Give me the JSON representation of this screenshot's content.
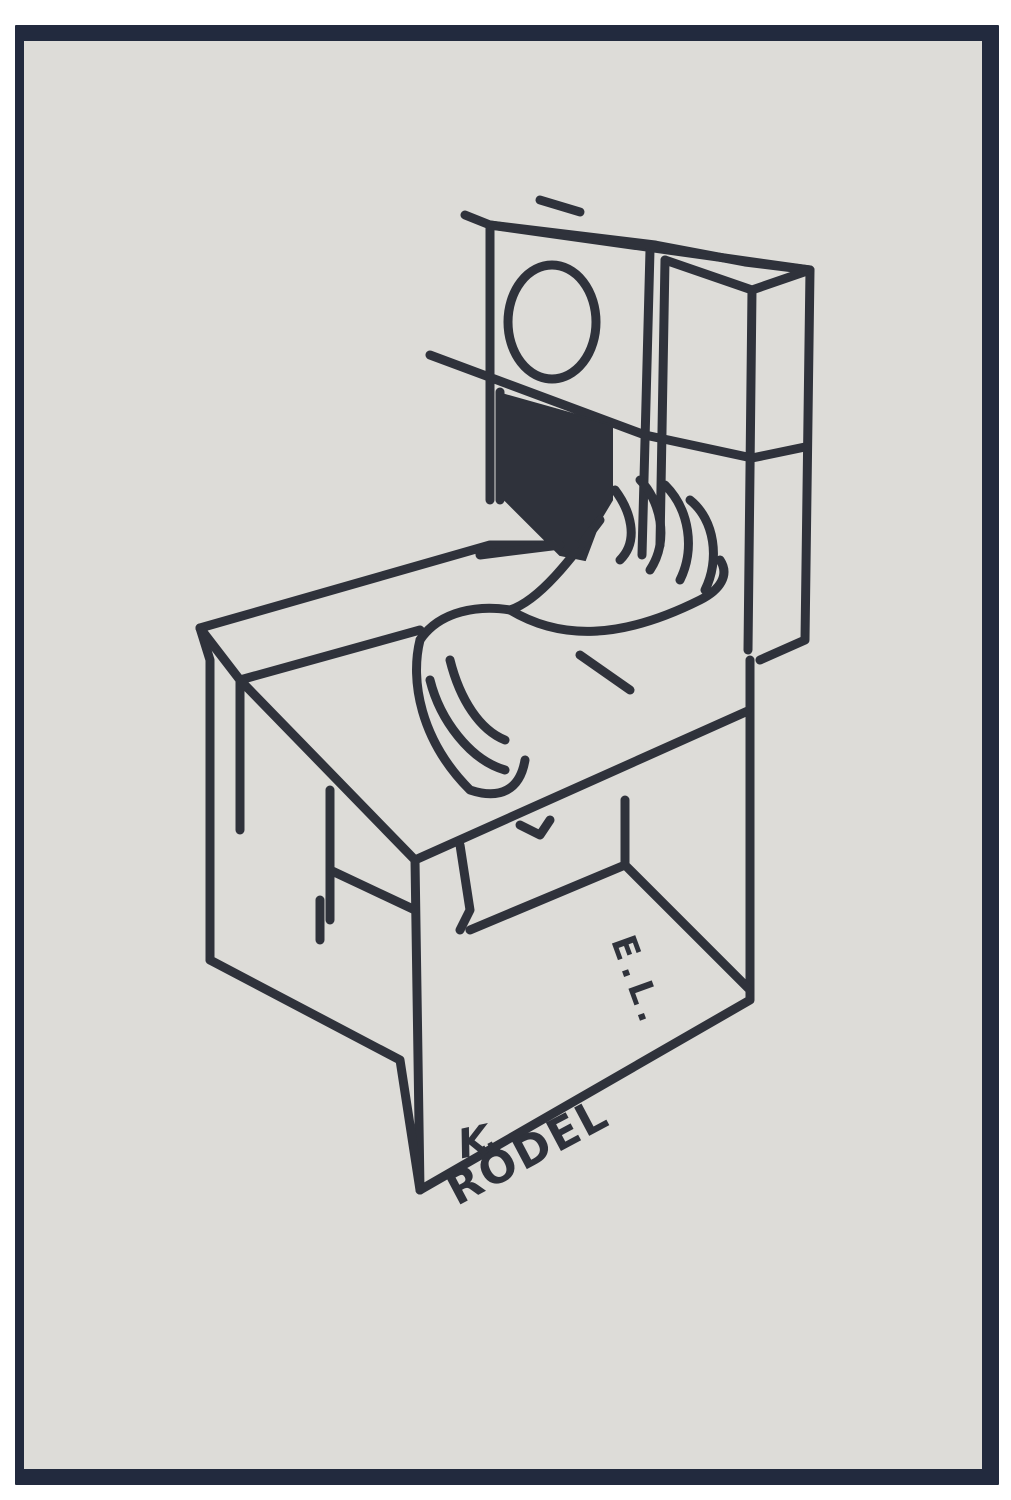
{
  "artwork": {
    "type": "ex-libris woodcut print",
    "subject": "box-like chair/cabinet with a hand reaching out, circle and dark square panel",
    "signature": {
      "initial": "K.",
      "surname": "RÖDEL"
    },
    "monogram": "E.L.",
    "colors": {
      "frame": "#222a3e",
      "paper": "#dddcd8",
      "ink": "#2f323b"
    }
  }
}
